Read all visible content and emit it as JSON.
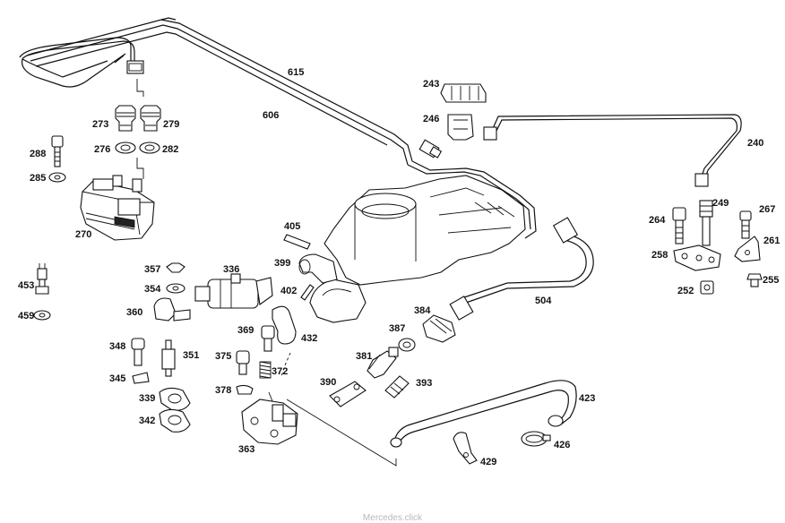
{
  "labels": {
    "p615": "615",
    "p606": "606",
    "p273": "273",
    "p279": "279",
    "p276": "276",
    "p282": "282",
    "p288": "288",
    "p285": "285",
    "p270": "270",
    "p243": "243",
    "p246": "246",
    "p240": "240",
    "p264": "264",
    "p249": "249",
    "p267": "267",
    "p258": "258",
    "p261": "261",
    "p252": "252",
    "p255": "255",
    "p405": "405",
    "p399": "399",
    "p402": "402",
    "p504": "504",
    "p357": "357",
    "p336": "336",
    "p354": "354",
    "p453": "453",
    "p459": "459",
    "p360": "360",
    "p369": "369",
    "p432": "432",
    "p384": "384",
    "p387": "387",
    "p348": "348",
    "p351": "351",
    "p375": "375",
    "p372": "372",
    "p381": "381",
    "p345": "345",
    "p378": "378",
    "p390": "390",
    "p393": "393",
    "p339": "339",
    "p423": "423",
    "p342": "342",
    "p363": "363",
    "p429": "429",
    "p426": "426"
  },
  "watermark": "Mercedes.click"
}
